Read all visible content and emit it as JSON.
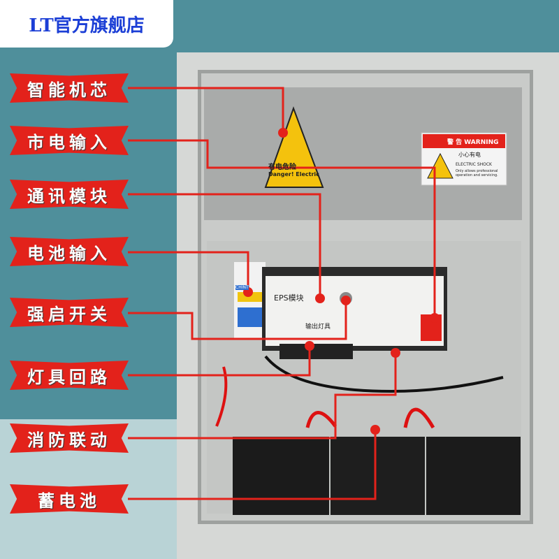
{
  "shop_title": "LT官方旗舰店",
  "labels": [
    "智能机芯",
    "市电输入",
    "通讯模块",
    "电池输入",
    "强启开关",
    "灯具回路",
    "消防联动",
    "蓄电池"
  ],
  "danger_sign": {
    "cn": "有电危险",
    "en": "Danger! Electric"
  },
  "warning_sign": {
    "header_cn": "警 告",
    "header_en": "WARNING",
    "cn": "小心有电",
    "en1": "ELECTRIC SHOCK",
    "en2": "Only allows professional operation and servicing."
  },
  "module": {
    "title": "EPS模块",
    "output": "输出灯具",
    "breaker_brand": "CHINT"
  },
  "colors": {
    "accent": "#e3221b",
    "background": "#4f8f9b",
    "title": "#1c3fd6"
  }
}
